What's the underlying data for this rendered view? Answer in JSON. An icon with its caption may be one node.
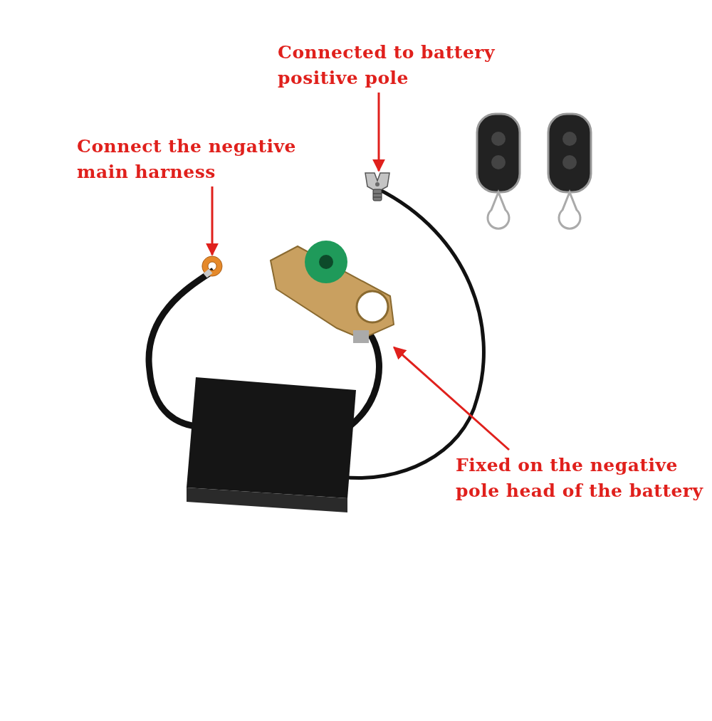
{
  "diagram": {
    "nodes": [
      {
        "text": [
          "Connected to battery positive pole"
        ]
      },
      {
        "text": [],
        "shape": "picture"
      },
      {
        "text": [
          "Connect the negative main harness"
        ]
      },
      {
        "text": [],
        "shape": "picture"
      },
      {
        "text": [
          "Fixed on the negative pole head of the battery"
        ]
      },
      {
        "text": [],
        "shape": "picture"
      }
    ],
    "edges": [
      {
        "from": 0,
        "to": 1,
        "arrow": "to"
      },
      {
        "from": 2,
        "to": 3,
        "arrow": "to"
      },
      {
        "from": 4,
        "to": 5,
        "arrow": "to"
      }
    ]
  }
}
